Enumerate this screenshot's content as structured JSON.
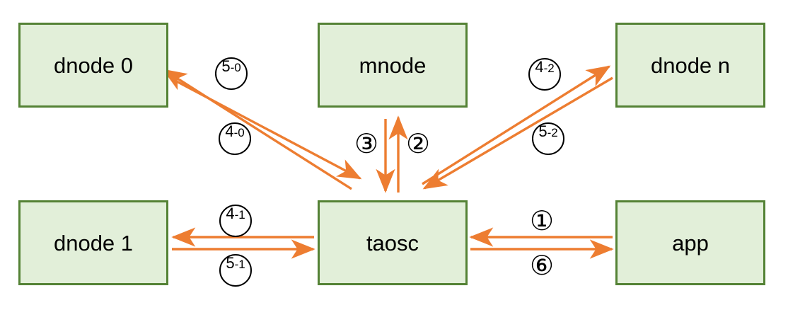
{
  "diagram": {
    "title": "TDengine request flow between app, taosc, mnode and dnodes",
    "colors": {
      "node_fill": "#E2EFD9",
      "node_border": "#548235",
      "arrow": "#ED7D31",
      "label_border": "#000000",
      "background": "#FFFFFF"
    },
    "nodes": [
      {
        "id": "dnode0",
        "label": "dnode 0"
      },
      {
        "id": "mnode",
        "label": "mnode"
      },
      {
        "id": "dnoden",
        "label": "dnode n"
      },
      {
        "id": "dnode1",
        "label": "dnode 1"
      },
      {
        "id": "taosc",
        "label": "taosc"
      },
      {
        "id": "app",
        "label": "app"
      }
    ],
    "edge_labels": [
      {
        "id": "5-0",
        "main": "5",
        "suffix": "-0",
        "from": "dnode0",
        "to": "taosc"
      },
      {
        "id": "4-0",
        "main": "4",
        "suffix": "-0",
        "from": "taosc",
        "to": "dnode0"
      },
      {
        "id": "4-2",
        "main": "4",
        "suffix": "-2",
        "from": "taosc",
        "to": "dnoden"
      },
      {
        "id": "5-2",
        "main": "5",
        "suffix": "-2",
        "from": "dnoden",
        "to": "taosc"
      },
      {
        "id": "4-1",
        "main": "4",
        "suffix": "-1",
        "from": "taosc",
        "to": "dnode1"
      },
      {
        "id": "5-1",
        "main": "5",
        "suffix": "-1",
        "from": "dnode1",
        "to": "taosc"
      }
    ],
    "circled_numbers": [
      {
        "id": "step-3",
        "glyph": "③",
        "from": "mnode",
        "to": "taosc"
      },
      {
        "id": "step-2",
        "glyph": "②",
        "from": "taosc",
        "to": "mnode"
      },
      {
        "id": "step-1",
        "glyph": "①",
        "from": "app",
        "to": "taosc"
      },
      {
        "id": "step-6",
        "glyph": "⑥",
        "from": "taosc",
        "to": "app"
      }
    ]
  }
}
